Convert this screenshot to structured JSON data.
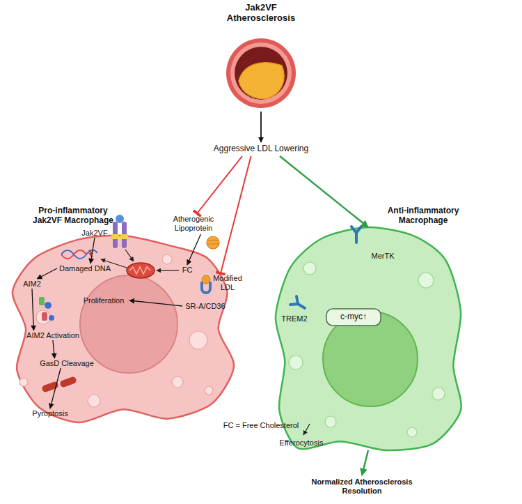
{
  "diagram": {
    "nodes": [
      {
        "text": [
          "Jak2VF Atherosclerosis"
        ]
      },
      {
        "text": [
          "Aggressive LDL Lowering"
        ]
      },
      {
        "text": [
          "Pro-inflammatory Jak2VF Macrophage"
        ]
      },
      {
        "text": [
          "Jak2VF"
        ],
        "in": 2
      },
      {
        "text": [
          "Atherogenic Lipoprotein"
        ]
      },
      {
        "text": [
          "FC"
        ],
        "in": 2
      },
      {
        "text": [
          "Damaged DNA"
        ],
        "in": 2
      },
      {
        "text": [
          "AIM2"
        ],
        "in": 2
      },
      {
        "text": [
          "Modified LDL"
        ]
      },
      {
        "text": [
          "SR-A/CD36"
        ],
        "in": 2
      },
      {
        "text": [
          "Proliferation"
        ],
        "in": 2
      },
      {
        "text": [
          "AIM2 Activation"
        ],
        "in": 2
      },
      {
        "text": [
          "GasD Cleavage"
        ],
        "in": 2
      },
      {
        "text": [
          "Pyroptosis"
        ],
        "in": 2
      },
      {
        "text": [
          "Anti-inflammatory Macrophage"
        ]
      },
      {
        "text": [
          "MerTK"
        ],
        "in": 14
      },
      {
        "text": [
          "TREM2"
        ],
        "in": 14
      },
      {
        "text": [
          "c-myc↑"
        ],
        "in": 14
      },
      {
        "text": [
          "Efferocytosis"
        ],
        "in": 14
      },
      {
        "text": [
          "Normalized Atherosclerosis Resolution"
        ]
      }
    ],
    "edges": [
      {
        "from": 0,
        "to": 1,
        "arrow": "to"
      },
      {
        "from": 1,
        "to": 4,
        "arrow": "to"
      },
      {
        "from": 1,
        "to": 8,
        "arrow": "to"
      },
      {
        "from": 1,
        "to": 14,
        "arrow": "to"
      },
      {
        "from": 4,
        "to": 5,
        "arrow": "to"
      },
      {
        "from": 3,
        "to": 6,
        "arrow": "to"
      },
      {
        "from": 6,
        "to": 7,
        "arrow": "to"
      },
      {
        "from": 7,
        "to": 11,
        "arrow": "to"
      },
      {
        "from": 11,
        "to": 12,
        "arrow": "to"
      },
      {
        "from": 12,
        "to": 13,
        "arrow": "to"
      },
      {
        "from": 9,
        "to": 10,
        "arrow": "to"
      },
      {
        "from": 14,
        "to": 19,
        "arrow": "to"
      }
    ],
    "labels": [
      "FC = Free Cholesterol"
    ]
  }
}
